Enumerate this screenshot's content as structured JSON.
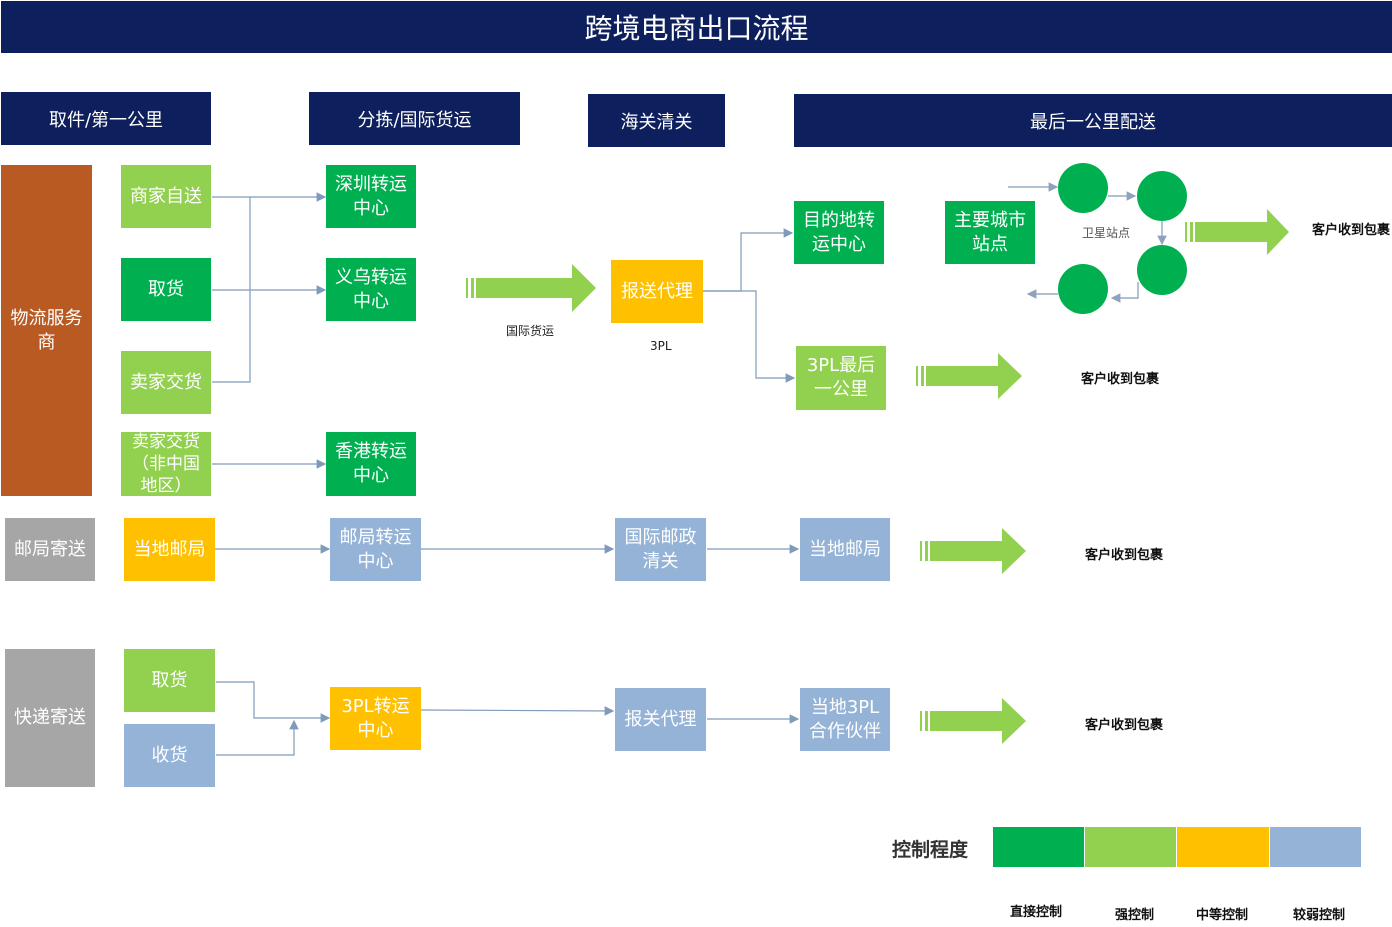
{
  "title": "跨境电商出口流程",
  "headers": {
    "first_mile": "取件/第一公里",
    "sorting": "分拣/国际货运",
    "customs": "海关清关",
    "last_mile": "最后一公里配送"
  },
  "rows": {
    "logistics": {
      "label": "物流服务商",
      "merchant_self": "商家自送",
      "pickup": "取货",
      "seller_handover": "卖家交货",
      "seller_non_cn": "卖家交货（非中国地区）",
      "shenzhen": "深圳转运中心",
      "yiwu": "义乌转运中心",
      "hongkong": "香港转运中心",
      "intl_freight": "国际货运",
      "broker": "报送代理",
      "broker_3pl": "3PL",
      "dest_center": "目的地转运中心",
      "city_station": "主要城市站点",
      "satellite": "卫星站点",
      "tpl_last_mile": "3PL最后一公里",
      "received_1": "客户收到包裹",
      "received_2": "客户收到包裹"
    },
    "postal": {
      "label": "邮局寄送",
      "local_post": "当地邮局",
      "post_center": "邮局转运中心",
      "intl_clearance": "国际邮政清关",
      "dest_post": "当地邮局",
      "received": "客户收到包裹"
    },
    "express": {
      "label": "快递寄送",
      "pickup": "取货",
      "receive": "收货",
      "tpl_center": "3PL转运中心",
      "broker": "报关代理",
      "partner": "当地3PL合作伙伴",
      "received": "客户收到包裹"
    }
  },
  "legend": {
    "title": "控制程度",
    "items": [
      {
        "label": "直接控制",
        "color": "#00b050"
      },
      {
        "label": "强控制",
        "color": "#92d050"
      },
      {
        "label": "中等控制",
        "color": "#ffc000"
      },
      {
        "label": "较弱控制",
        "color": "#95b3d7"
      }
    ]
  },
  "colors": {
    "header": "#0d1f5c",
    "direct": "#00b050",
    "strong": "#92d050",
    "medium": "#ffc000",
    "weak": "#95b3d7",
    "neutral": "#a6a6a6",
    "logistics": "#b85a22",
    "connector": "#7f9bb9"
  }
}
